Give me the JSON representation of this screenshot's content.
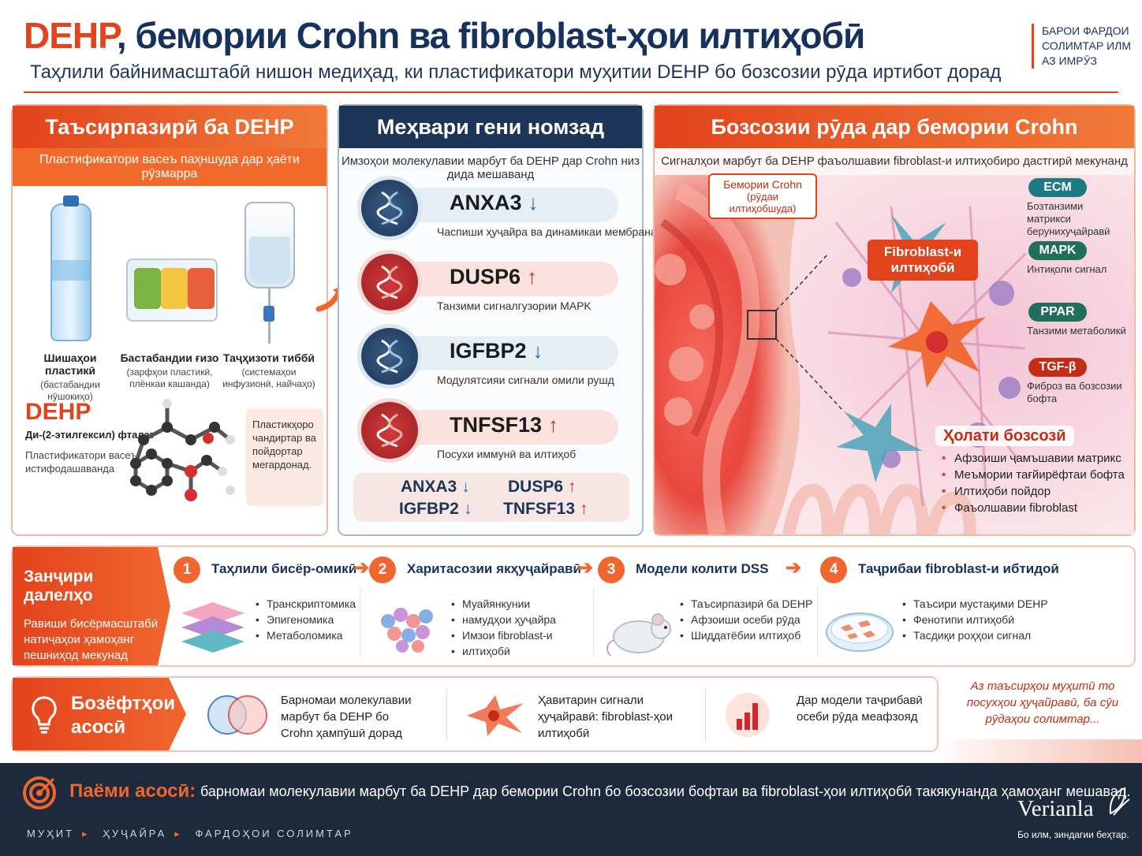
{
  "header": {
    "title_accent": "DEHP",
    "title_rest": ", бемории Crohn ва fibroblast-ҳои илтиҳобӣ",
    "subtitle": "Таҳлили байнимасштабӣ нишон медиҳад, ки пластификатори муҳитии DEHP бо бозсозии рӯда иртибот дорад",
    "tagline": "Барои фардои солимтар илм аз имрӯз"
  },
  "exposure": {
    "title": "Таъсирпазирӣ ба DEHP",
    "subtitle": "Пластификатори васеъ паҳншуда дар ҳаёти рӯзмарра",
    "items": [
      {
        "name": "Шишаҳои пластикӣ",
        "desc": "(бастабандии нӯшокиҳо)",
        "icon": "water-bottle-icon"
      },
      {
        "name": "Бастабандии ғизо",
        "desc": "(зарфҳои пластикӣ, плёнкаи кашанда)",
        "icon": "food-container-icon"
      },
      {
        "name": "Таҷҳизоти тиббӣ",
        "desc": "(системаҳои инфузионӣ, найчаҳо)",
        "icon": "iv-bag-icon"
      }
    ],
    "dehp_label": "DEHP",
    "chem_name": "Ди-(2-этилгексил) фталат",
    "note": "Пластификатори васеъ истифодашаванда",
    "callout": "Пластикҳоро чандиртар ва пойдортар мегардонад."
  },
  "genes": {
    "title": "Меҳвари гени номзад",
    "subtitle": "Имзоҳои молекулавии марбут ба DEHP дар Crohn низ дида мешаванд",
    "list": [
      {
        "name": "ANXA3",
        "arrow": "↓",
        "desc": "Часпиши ҳуҷайра ва динамикаи мембрана",
        "dir": "down"
      },
      {
        "name": "DUSP6",
        "arrow": "↑",
        "desc": "Танзими сигналгузории MAPK",
        "dir": "up"
      },
      {
        "name": "IGFBP2",
        "arrow": "↓",
        "desc": "Модулятсияи сигнали омили рушд",
        "dir": "down"
      },
      {
        "name": "TNFSF13",
        "arrow": "↑",
        "desc": "Посухи иммунӣ ва илтиҳоб",
        "dir": "up"
      }
    ],
    "summary": [
      {
        "name": "ANXA3",
        "arrow": "↓"
      },
      {
        "name": "DUSP6",
        "arrow": "↑"
      },
      {
        "name": "IGFBP2",
        "arrow": "↓"
      },
      {
        "name": "TNFSF13",
        "arrow": "↑"
      }
    ]
  },
  "remodeling": {
    "title": "Бозсозии рӯда дар бемории Crohn",
    "subtitle": "Сигналҳои марбут ба DEHP фаъолшавии fibroblast-и илтиҳобиро дастгирӣ мекунанд",
    "crohn_label": "Бемории Crohn",
    "crohn_sub": "(рӯдаи илтиҳобшуда)",
    "fibro_label": "Fibroblast-и илтиҳобӣ",
    "pathways": [
      {
        "tag": "ECM",
        "desc": "Бозтанзими матрикси берунихуҷайравӣ",
        "color": "#1d7a82"
      },
      {
        "tag": "MAPK",
        "desc": "Интиқоли сигнал",
        "color": "#1f6f5c"
      },
      {
        "tag": "PPAR",
        "desc": "Танзими метаболикӣ",
        "color": "#1f6f5c"
      },
      {
        "tag": "TGF-β",
        "desc": "Фиброз ва бозсозии бофта",
        "color": "#c32d14"
      }
    ],
    "state_title": "Ҳолати бозсозӣ",
    "state_items": [
      "Афзоиши ҷамъшавии матрикс",
      "Меъмории тағйирёфтаи бофта",
      "Илтиҳоби пойдор",
      "Фаъолшавии fibroblast"
    ]
  },
  "evidence": {
    "title": "Занҷири далелҳо",
    "desc": "Равиши бисёрмасштабӣ натиҷаҳои ҳамоҳанг пешниҳод мекунад",
    "steps": [
      {
        "num": "1",
        "title": "Таҳлили бисёр-омикӣ",
        "points": [
          "Транскриптомика",
          "Эпигеномика",
          "Метаболомика"
        ]
      },
      {
        "num": "2",
        "title": "Харитасозии якҳуҷайравӣ",
        "points": [
          "Муайянкунии",
          "намудҳои ҳуҷайра",
          "Имзои fibroblast-и",
          "илтиҳобӣ"
        ]
      },
      {
        "num": "3",
        "title": "Модели колити DSS",
        "points": [
          "Таъсирпазирӣ ба DEHP",
          "Афзоиши осеби рӯда",
          "Шиддатёбии илтиҳоб"
        ]
      },
      {
        "num": "4",
        "title": "Таҷрибаи fibroblast-и ибтидоӣ",
        "points": [
          "Таъсири мустақими DEHP",
          "Фенотипи илтиҳобӣ",
          "Тасдиқи роҳҳои сигнал"
        ]
      }
    ]
  },
  "findings": {
    "title": "Бозёфтҳои асосӣ",
    "items": [
      "Барномаи молекулавии марбут ба DEHP бо Crohn ҳампӯшӣ дорад",
      "Ҳавитарин сигнали ҳуҷайравӣ: fibroblast-ҳои илтиҳобӣ",
      "Дар модели таҷрибавӣ осеби рӯда меафзояд"
    ],
    "quote": "Аз таъсирҳои муҳитӣ то посухҳои ҳуҷайравӣ, ба сӯи рӯдаҳои солимтар..."
  },
  "footer": {
    "message_label": "Паёми асосӣ:",
    "message": "барномаи молекулавии марбут ба DEHP дар бемории Crohn бо бозсозии бофтаи ва fibroblast-ҳои илтиҳобӣ такякунанда ҳамоҳанг мешавад.",
    "keywords": [
      "МУҲИТ",
      "ҲУҶАЙРА",
      "ФАРДОҲОИ СОЛИМТАР"
    ],
    "brand": "Verianla",
    "slogan": "Бо илм, зиндагии беҳтар."
  },
  "colors": {
    "accent": "#e2431c",
    "navy": "#16325c",
    "up": "#d4272d",
    "down": "#2365c4"
  }
}
